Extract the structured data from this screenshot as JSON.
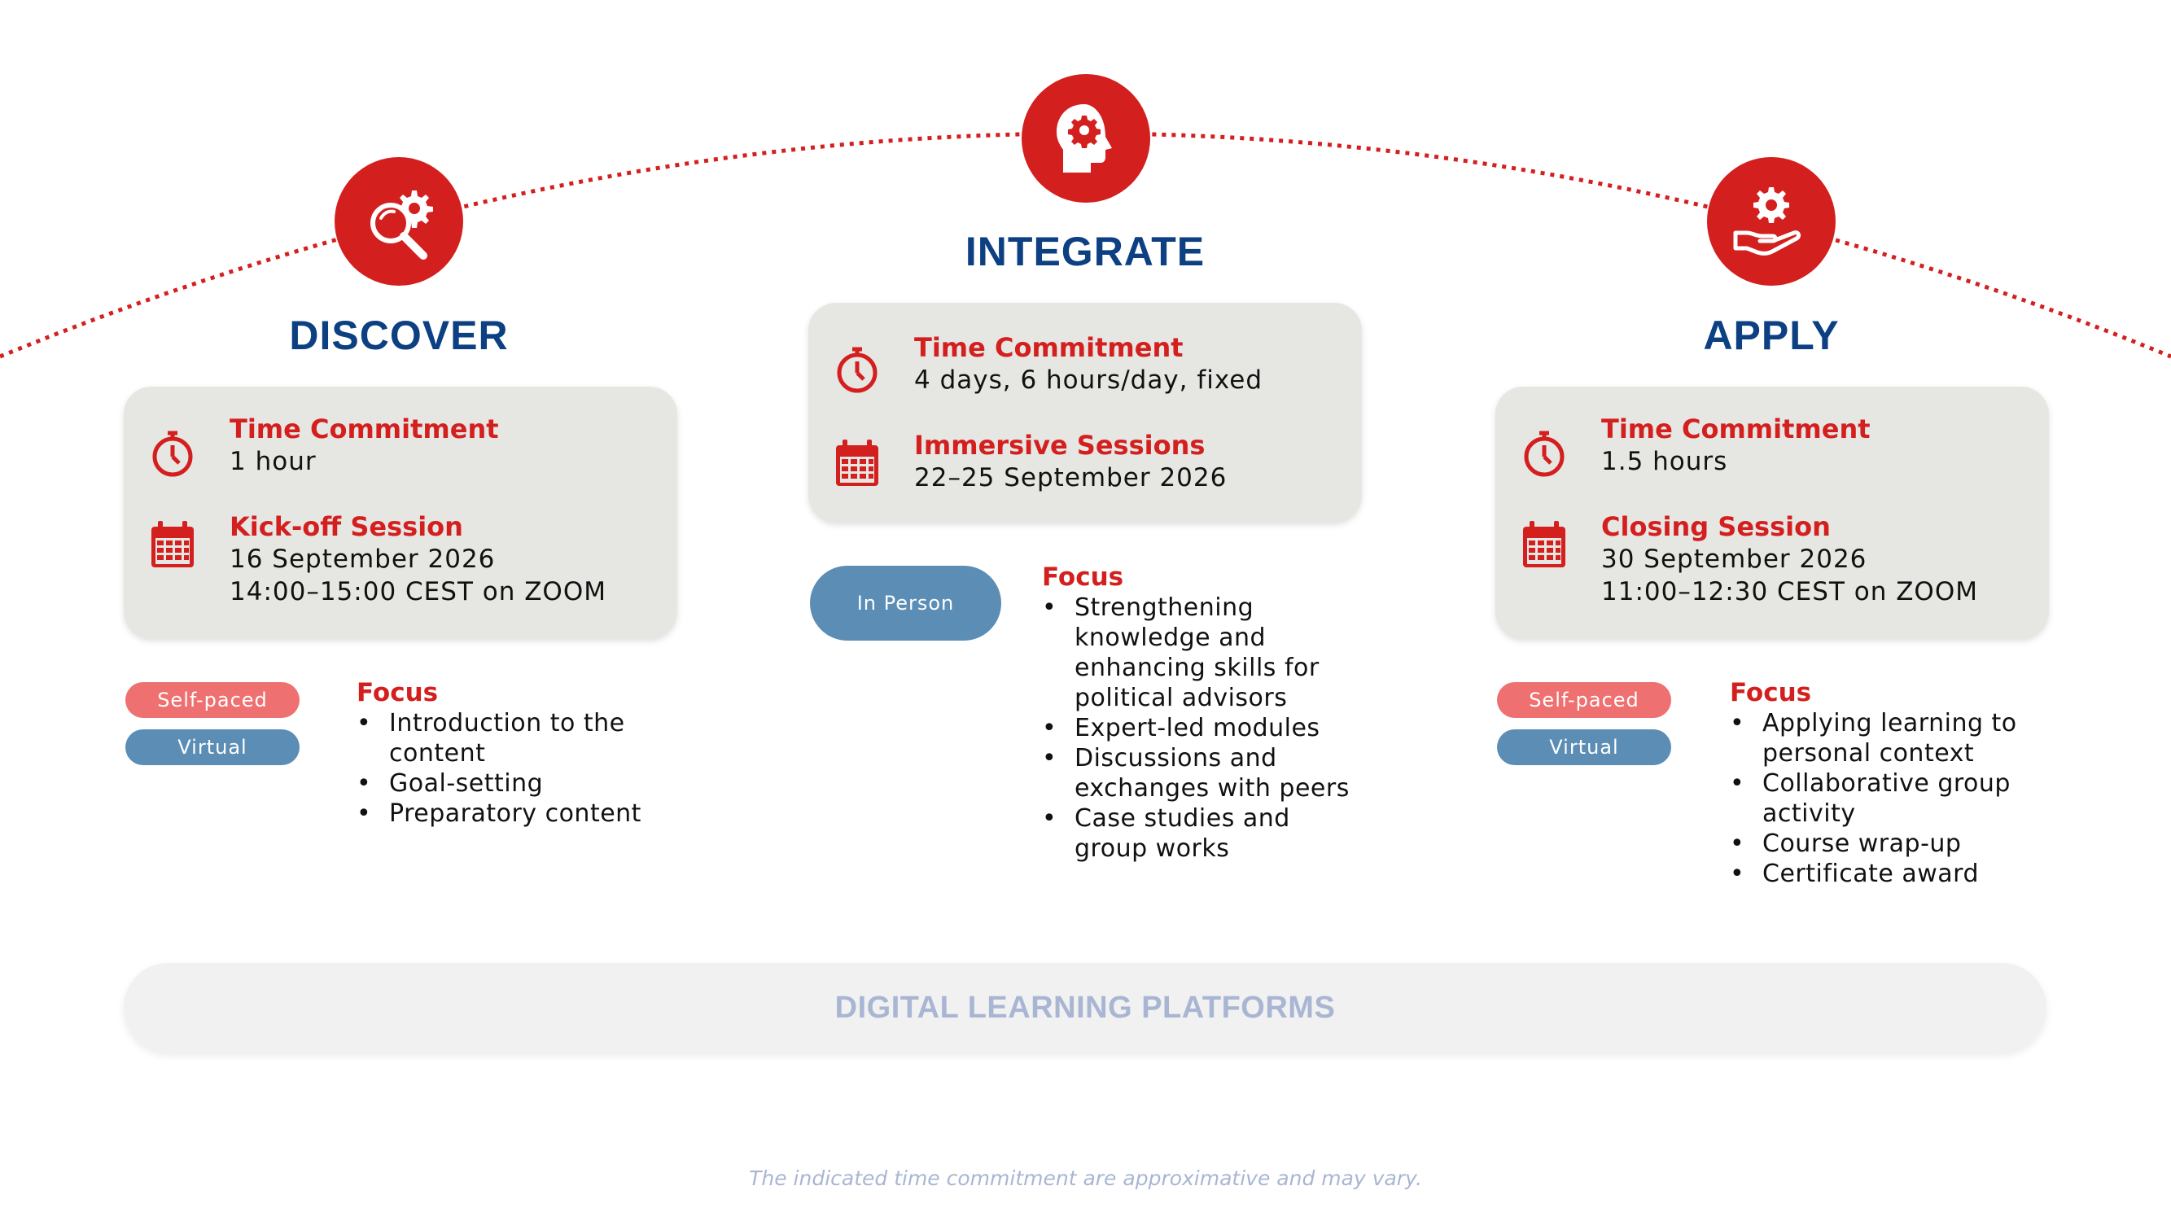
{
  "stages": [
    {
      "id": "discover",
      "title": "DISCOVER",
      "icon": "search-gear-icon",
      "time_label": "Time Commitment",
      "time_value": "1 hour",
      "session_label": "Kick-off Session",
      "session_lines": [
        "16 September 2026",
        "14:00–15:00 CEST on ZOOM"
      ],
      "pills": [
        "Self-paced",
        "Virtual"
      ],
      "focus_title": "Focus",
      "focus_items": [
        [
          "Introduction to the",
          "content"
        ],
        [
          "Goal-setting"
        ],
        [
          "Preparatory content"
        ]
      ]
    },
    {
      "id": "integrate",
      "title": "INTEGRATE",
      "icon": "head-gear-icon",
      "time_label": "Time Commitment",
      "time_value": "4 days, 6 hours/day, fixed",
      "session_label": "Immersive Sessions",
      "session_lines": [
        "22–25 September 2026"
      ],
      "pills": [
        "In Person"
      ],
      "focus_title": "Focus",
      "focus_items": [
        [
          "Strengthening",
          "knowledge and",
          "enhancing skills for",
          "political advisors"
        ],
        [
          "Expert-led modules"
        ],
        [
          "Discussions and",
          "exchanges with peers"
        ],
        [
          "Case studies and",
          "group works"
        ]
      ]
    },
    {
      "id": "apply",
      "title": "APPLY",
      "icon": "hand-gear-icon",
      "time_label": "Time Commitment",
      "time_value": "1.5 hours",
      "session_label": "Closing Session",
      "session_lines": [
        "30 September 2026",
        "11:00–12:30 CEST on ZOOM"
      ],
      "pills": [
        "Self-paced",
        "Virtual"
      ],
      "focus_title": "Focus",
      "focus_items": [
        [
          "Applying learning to",
          "personal context"
        ],
        [
          "Collaborative group",
          "activity"
        ],
        [
          "Course wrap-up"
        ],
        [
          "Certificate award"
        ]
      ]
    }
  ],
  "platform_bar": "DIGITAL LEARNING PLATFORMS",
  "footnote": "The indicated time commitment are approximative and may vary.",
  "colors": {
    "accent_red": "#d41f1f",
    "title_blue": "#0d3f83",
    "pill_red": "#ef7070",
    "pill_blue": "#5b8db5",
    "muted_blue": "#a9b6d3",
    "card_gray": "#e6e6e3"
  }
}
